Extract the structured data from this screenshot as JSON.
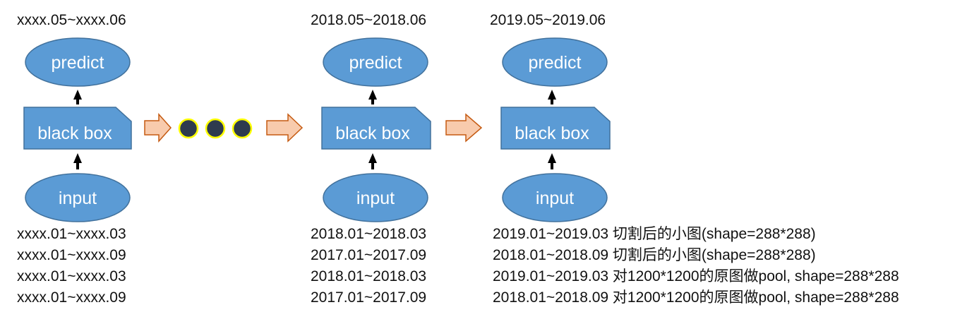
{
  "colors": {
    "shape_fill": "#5b9bd5",
    "shape_stroke": "#41719c",
    "arrow_fill": "#f8cbad",
    "arrow_stroke": "#c55a11",
    "dot_fill": "#2e3b4e",
    "dot_stroke": "#ffff00",
    "text": "#111111"
  },
  "stages": [
    {
      "top_label": "xxxx.05~xxxx.06",
      "predict": "predict",
      "box": "black box",
      "input": "input",
      "bottom_lines": [
        "xxxx.01~xxxx.03",
        "xxxx.01~xxxx.09",
        "xxxx.01~xxxx.03",
        "xxxx.01~xxxx.09"
      ]
    },
    {
      "top_label": "2018.05~2018.06",
      "predict": "predict",
      "box": "black box",
      "input": "input",
      "bottom_lines": [
        "2018.01~2018.03",
        "2017.01~2017.09",
        "2018.01~2018.03",
        "2017.01~2017.09"
      ]
    },
    {
      "top_label": "2019.05~2019.06",
      "predict": "predict",
      "box": "black box",
      "input": "input",
      "bottom_lines": [
        "2019.01~2019.03 切割后的小图(shape=288*288)",
        "2018.01~2018.09 切割后的小图(shape=288*288)",
        "2019.01~2019.03 对1200*1200的原图做pool, shape=288*288",
        "2018.01~2018.09 对1200*1200的原图做pool, shape=288*288"
      ]
    }
  ],
  "ellipsis_dots": 3
}
